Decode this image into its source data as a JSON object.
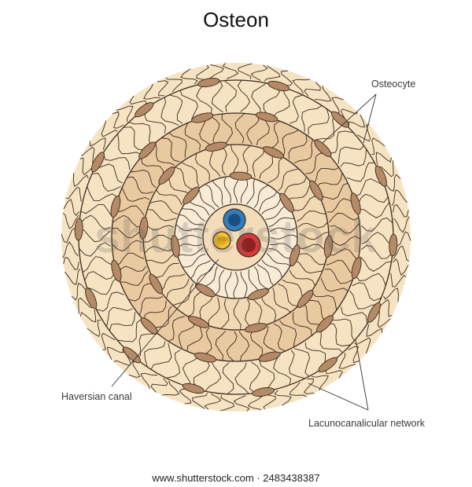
{
  "title": "Osteon",
  "labels": {
    "osteocyte": "Osteocyte",
    "haversian_canal": "Haversian canal",
    "lacunocanalicular_network": "Lacunocanalicular network"
  },
  "watermark": "shutterstock",
  "footer": "www.shutterstock.com · 2483438387",
  "colors": {
    "outer_matrix": "#f6e3c2",
    "lamella_band": "#e9c9a0",
    "inner_zone": "#f9ecd6",
    "central_area": "#f2dcba",
    "osteocyte": "#b58a66",
    "canaliculi": "#3b2a1e",
    "vessel_blue": "#2f7fc0",
    "vessel_red": "#d43a3a",
    "nerve_yellow": "#f2c230"
  }
}
